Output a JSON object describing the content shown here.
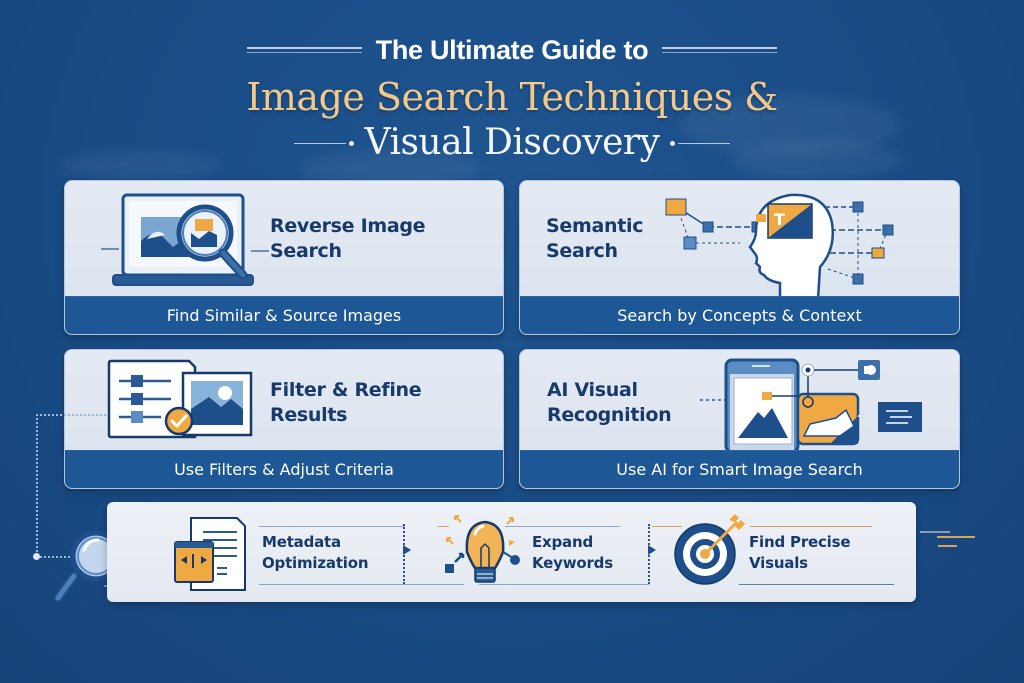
{
  "header": {
    "subtitle": "The Ultimate Guide to",
    "title_line1": "Image Search Techniques &",
    "title_line2": "Visual Discovery"
  },
  "cards": [
    {
      "id": "reverse-image-search",
      "title_line1": "Reverse Image",
      "title_line2": "Search",
      "footer": "Find Similar & Source Images",
      "icon": "laptop-magnifier-icon"
    },
    {
      "id": "semantic-search",
      "title_line1": "Semantic",
      "title_line2": "Search",
      "footer": "Search by Concepts & Context",
      "icon": "head-network-icon"
    },
    {
      "id": "filter-refine",
      "title_line1": "Filter & Refine",
      "title_line2": "Results",
      "footer": "Use Filters & Adjust Criteria",
      "icon": "filter-checkmark-icon"
    },
    {
      "id": "ai-visual-recognition",
      "title_line1": "AI Visual",
      "title_line2": "Recognition",
      "footer": "Use AI for Smart Image Search",
      "icon": "phone-image-recognition-icon"
    }
  ],
  "steps": [
    {
      "id": "metadata",
      "title_line1": "Metadata",
      "title_line2": "Optimization",
      "icon": "code-document-icon"
    },
    {
      "id": "keywords",
      "title_line1": "Expand",
      "title_line2": "Keywords",
      "icon": "lightbulb-icon"
    },
    {
      "id": "precise",
      "title_line1": "Find Precise",
      "title_line2": "Visuals",
      "icon": "target-arrow-icon"
    }
  ],
  "colors": {
    "background": "#1a4d88",
    "card_bg": "#dfe6f0",
    "card_footer": "#1e5795",
    "title_gold": "#f3c98a",
    "navy_text": "#173a6b",
    "accent_orange": "#f0a843"
  }
}
